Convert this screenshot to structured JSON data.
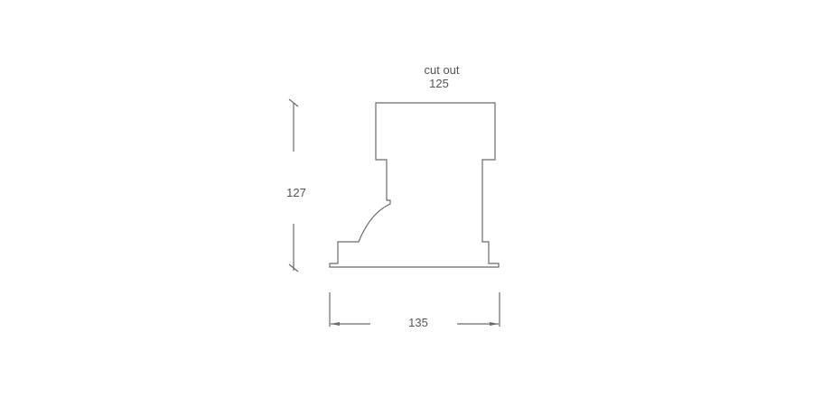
{
  "diagram": {
    "cutout_label": "cut out",
    "cutout_value": "125",
    "height_value": "127",
    "width_value": "135",
    "line_color": "#6a6a6a",
    "text_color": "#555555"
  }
}
